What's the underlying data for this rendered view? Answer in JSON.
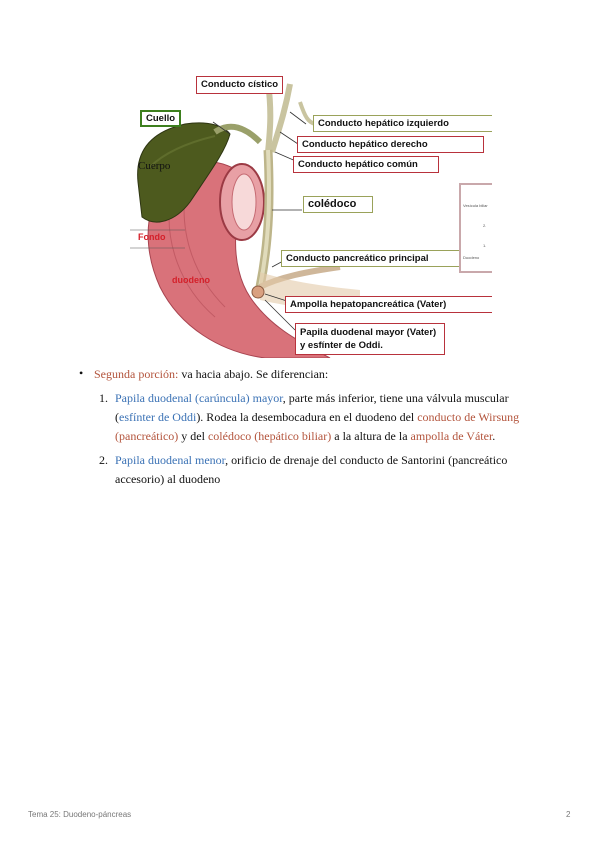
{
  "figure": {
    "labels": {
      "conducto_cistico": "Conducto cístico",
      "cuello": "Cuello",
      "conducto_hepatico_izquierdo": "Conducto hepático izquierdo",
      "conducto_hepatico_derecho": "Conducto hepático derecho",
      "cuerpo": "Cuerpo",
      "conducto_hepatico_comun": "Conducto hepático común",
      "coledoco": "colédoco",
      "fondo": "Fondo",
      "conducto_pancreatico_principal": "Conducto pancreático principal",
      "duodeno": "duodeno",
      "ampolla": "Ampolla hepatopancreática (Vater)",
      "papila": "Papila duodenal mayor (Vater) y esfínter de Oddi."
    },
    "inset": {
      "t1": "Vesícula biliar",
      "t2": "2.",
      "t3": "1.",
      "t4": "Duodeno"
    },
    "colors": {
      "red_box": "#b8323c",
      "olive_box": "#9aa25a",
      "green_box": "#3d7f1e",
      "gallbladder": "#4d5a1e",
      "duodenum": "#d9727a",
      "duct": "#c9c4a0"
    }
  },
  "list": {
    "bullet_term": "Segunda porción:",
    "bullet_rest": " va hacia abajo. Se diferencian:",
    "items": [
      {
        "num": "1.",
        "seg1_blue": "Papila duodenal (carúncula) mayor",
        "seg2": ", parte más inferior, tiene una válvula muscular (",
        "seg3_blue": "esfínter de Oddi",
        "seg4": "). Rodea la desembocadura en el duodeno del ",
        "seg5_brown": "conducto de Wirsung (pancreático)",
        "seg6": " y del ",
        "seg7_brown": "colédoco (hepático biliar)",
        "seg8": " a la altura de la ",
        "seg9_brown": "ampolla de Váter",
        "seg10": "."
      },
      {
        "num": "2.",
        "seg1_blue": "Papila duodenal menor",
        "seg2": ", orificio de drenaje del conducto de Santorini (pancreático accesorio)  al duodeno"
      }
    ]
  },
  "footer": {
    "left": "Tema 25: Duodeno-páncreas",
    "right": "2"
  }
}
